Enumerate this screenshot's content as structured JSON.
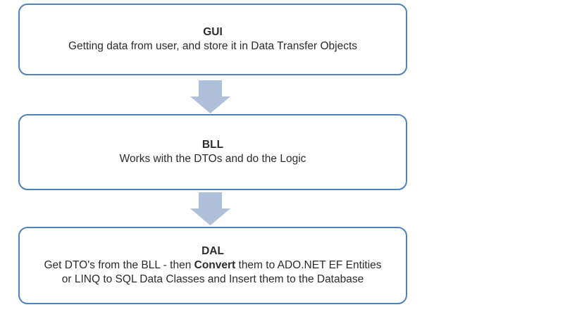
{
  "theme": {
    "background": "#ffffff",
    "box_border_color": "#4f81bd",
    "box_fill_color": "#ffffff",
    "arrow_color": "#aec0da",
    "text_color": "#2b2b2b"
  },
  "diagram": {
    "boxes": [
      {
        "title": "GUI",
        "description": "Getting data from user, and store it in Data Transfer Objects"
      },
      {
        "title": "BLL",
        "description": "Works with the DTOs and do the Logic"
      },
      {
        "title": "DAL",
        "description_line1_pre": "Get DTO's from the BLL - then ",
        "description_line1_bold": "Convert",
        "description_line1_post": " them to ADO.NET EF Entities",
        "description_line2": "or LINQ to SQL Data Classes and Insert them to the Database"
      }
    ],
    "arrows": [
      "down-arrow",
      "down-arrow"
    ]
  }
}
